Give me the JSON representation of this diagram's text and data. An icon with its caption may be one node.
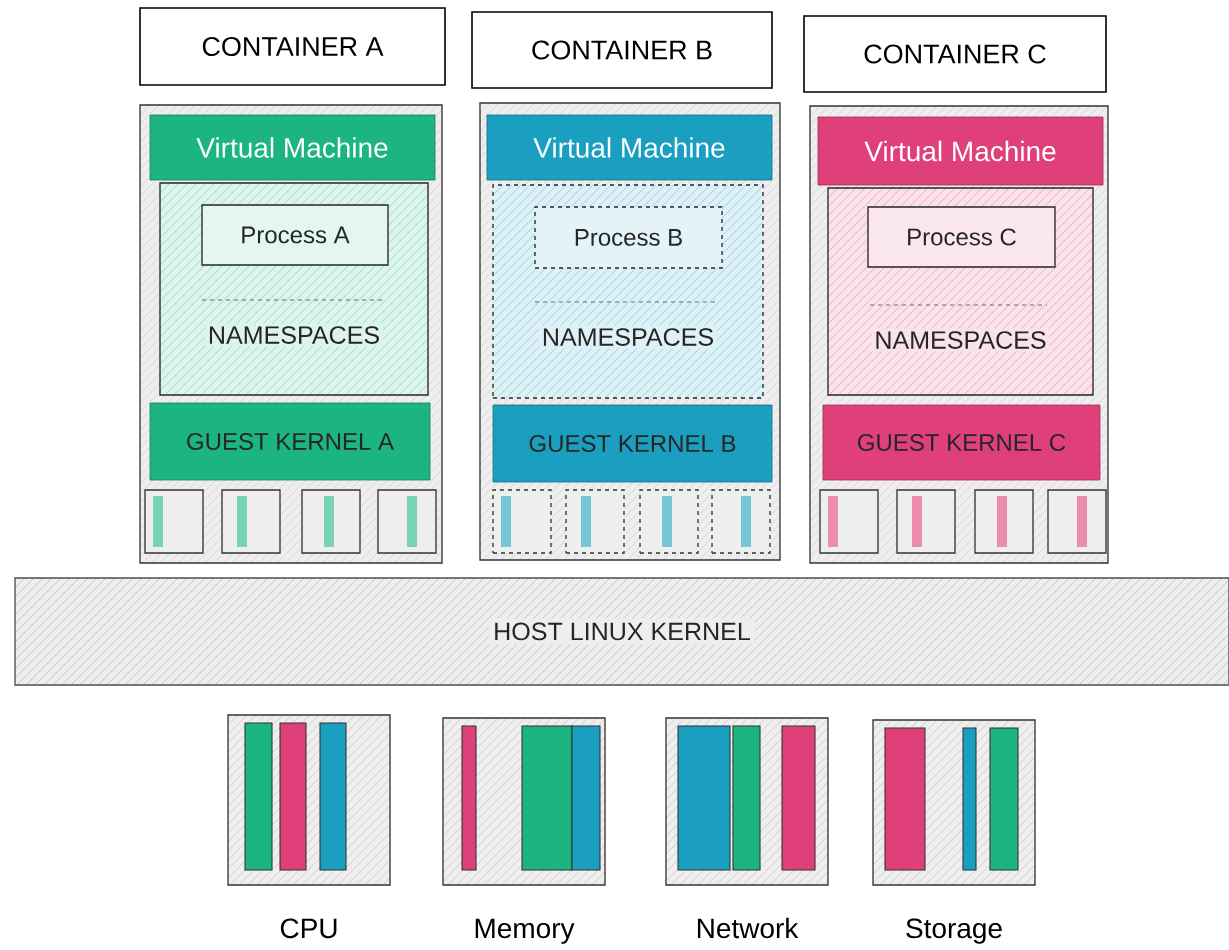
{
  "diagram": {
    "nodes": [
      {
        "text": [
          "CONTAINER A"
        ]
      },
      {
        "text": [],
        "shape": "box"
      },
      {
        "text": [
          "Virtual Machine"
        ],
        "in": 1
      },
      {
        "text": [
          "NAMESPACES"
        ],
        "in": 1
      },
      {
        "text": [
          "Process A"
        ],
        "in": 3
      },
      {
        "text": [
          "GUEST KERNEL A"
        ],
        "in": 1
      },
      {
        "text": [],
        "shape": "box",
        "in": 1
      },
      {
        "text": [],
        "shape": "box",
        "in": 1
      },
      {
        "text": [],
        "shape": "box",
        "in": 1
      },
      {
        "text": [],
        "shape": "box",
        "in": 1
      },
      {
        "text": [
          "CONTAINER B"
        ]
      },
      {
        "text": [],
        "shape": "box"
      },
      {
        "text": [
          "Virtual Machine"
        ],
        "in": 11
      },
      {
        "text": [
          "NAMESPACES"
        ],
        "in": 11
      },
      {
        "text": [
          "Process B"
        ],
        "in": 13
      },
      {
        "text": [
          "GUEST KERNEL B"
        ],
        "in": 11
      },
      {
        "text": [],
        "shape": "box",
        "in": 11
      },
      {
        "text": [],
        "shape": "box",
        "in": 11
      },
      {
        "text": [],
        "shape": "box",
        "in": 11
      },
      {
        "text": [],
        "shape": "box",
        "in": 11
      },
      {
        "text": [
          "CONTAINER C"
        ]
      },
      {
        "text": [],
        "shape": "box"
      },
      {
        "text": [
          "Virtual Machine"
        ],
        "in": 21
      },
      {
        "text": [
          "NAMESPACES"
        ],
        "in": 21
      },
      {
        "text": [
          "Process C"
        ],
        "in": 23
      },
      {
        "text": [
          "GUEST KERNEL C"
        ],
        "in": 21
      },
      {
        "text": [],
        "shape": "box",
        "in": 21
      },
      {
        "text": [],
        "shape": "box",
        "in": 21
      },
      {
        "text": [],
        "shape": "box",
        "in": 21
      },
      {
        "text": [],
        "shape": "box",
        "in": 21
      },
      {
        "text": [
          "HOST LINUX KERNEL"
        ]
      },
      {
        "text": [
          "CPU"
        ]
      },
      {
        "text": [
          "Memory"
        ]
      },
      {
        "text": [
          "Network"
        ]
      },
      {
        "text": [
          "Storage"
        ]
      }
    ]
  }
}
